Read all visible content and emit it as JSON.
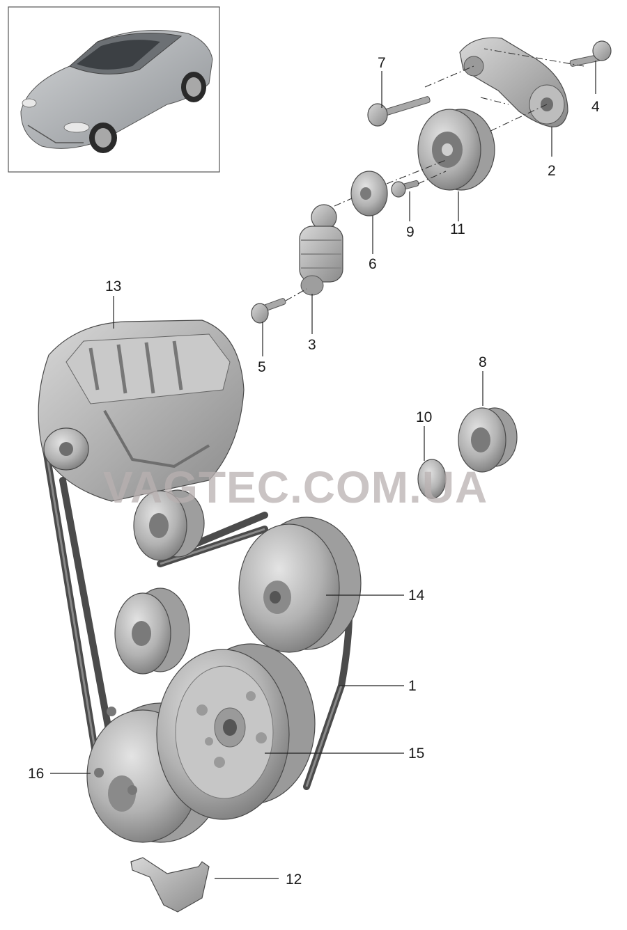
{
  "watermark": "VAGTEC.COM.UA",
  "callouts": {
    "c1": "1",
    "c2": "2",
    "c3": "3",
    "c4": "4",
    "c5": "5",
    "c6": "6",
    "c7": "7",
    "c8": "8",
    "c9": "9",
    "c10": "10",
    "c11": "11",
    "c12": "12",
    "c13": "13",
    "c14": "14",
    "c15": "15",
    "c16": "16"
  },
  "colors": {
    "part_fill": "#b9b9b9",
    "part_dark": "#6e6e6e",
    "belt": "#4b4b4b",
    "background": "#ffffff"
  }
}
